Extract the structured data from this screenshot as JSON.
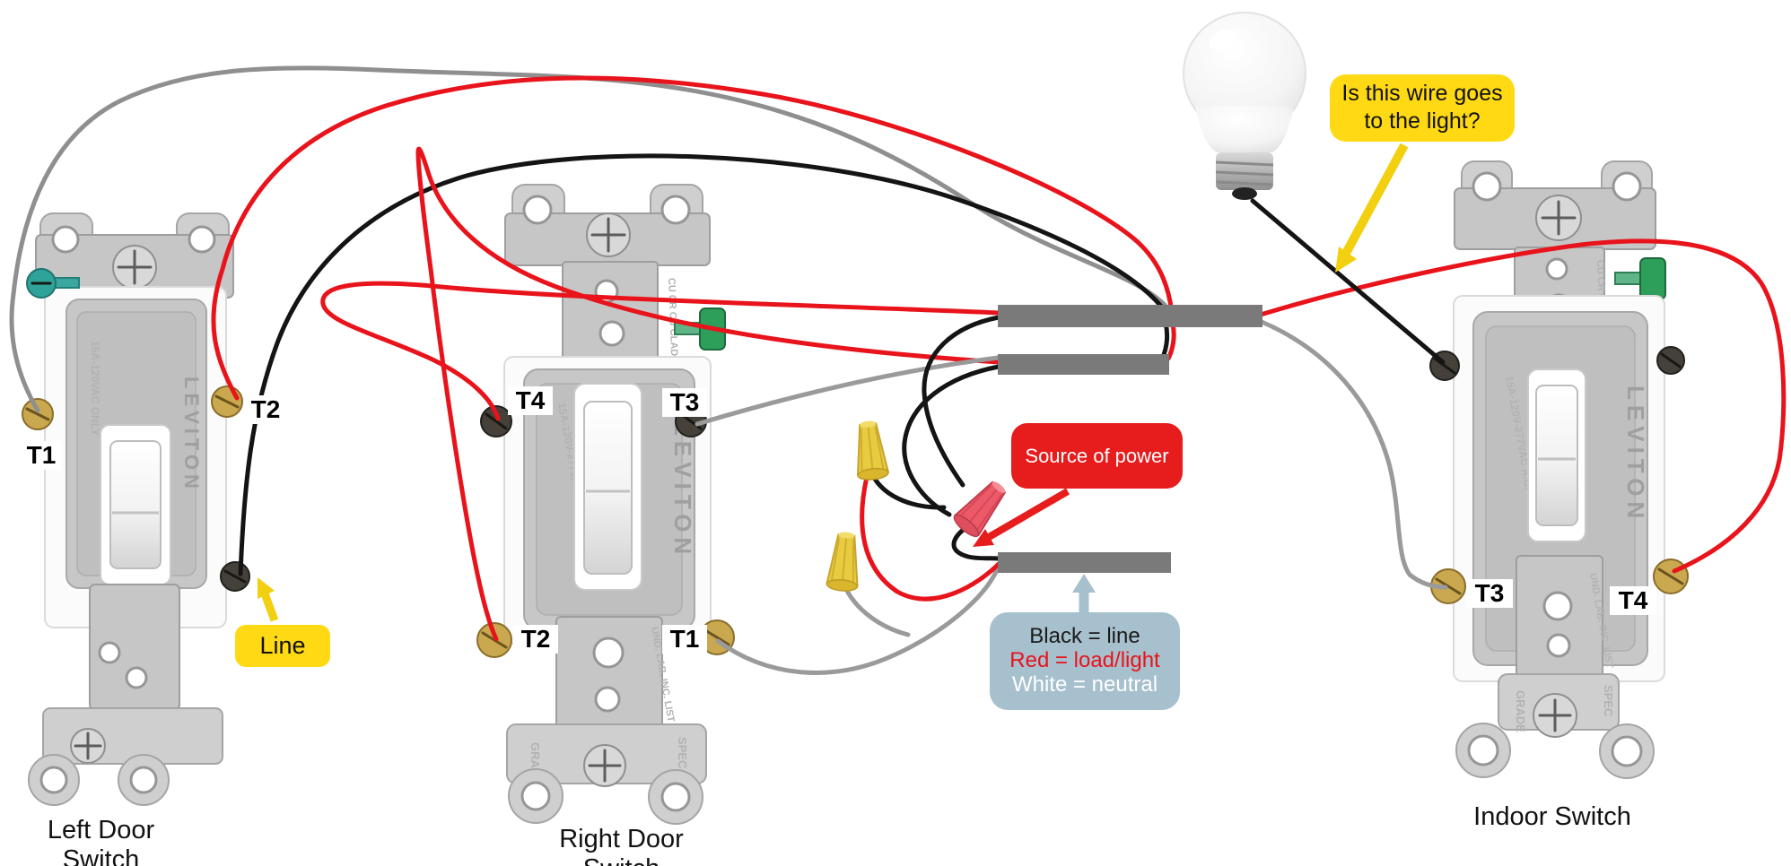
{
  "switches": {
    "left": {
      "caption": "Left Door Switch",
      "brand": "LEVITON",
      "rating": "15A-120VAC ONLY",
      "terminals": {
        "t1": "T1",
        "t2": "T2"
      }
    },
    "middle": {
      "caption": "Right Door Switch",
      "brand": "LEVITON",
      "rating": "15A-120V-277VAC A.C. ONLY",
      "wire_only": "CU CR CU CLAD WIRE ONLY",
      "und_lab": "UND. LAB. INC. LIST",
      "grade": "GRADE",
      "spec": "SPEC",
      "terminals": {
        "t1": "T1",
        "t2": "T2",
        "t3": "T3",
        "t4": "T4"
      }
    },
    "right": {
      "caption": "Indoor Switch",
      "brand": "LEVITON",
      "rating": "15A-120V-277VAC A.C. ONLY",
      "wire_only": "CU CR CU CLAD WIRE ONLY",
      "und_lab": "UND. LAB. INC. LIST",
      "grade": "GRADE",
      "spec": "SPEC",
      "terminals": {
        "t3": "T3",
        "t4": "T4"
      }
    }
  },
  "callouts": {
    "line": {
      "text": "Line"
    },
    "light_question": {
      "line1": "Is this wire goes",
      "line2": "to the light?"
    },
    "source": {
      "text": "Source of power"
    },
    "legend": {
      "black": "Black = line",
      "red": "Red = load/light",
      "white": "White = neutral"
    }
  },
  "colors": {
    "wire_red": "#e8131b",
    "wire_gray": "#9a9a9a",
    "wire_black": "#141414",
    "callout_yellow": "#ffd913",
    "callout_red": "#e71c1c",
    "legend_bg": "#a7c0cd",
    "cable_sheath_gray": "#7a7a7a",
    "wire_nut_yellow": "#e9cb40",
    "wire_nut_red": "#ec5a68",
    "ground_screw_green": "#2e9e5b"
  }
}
